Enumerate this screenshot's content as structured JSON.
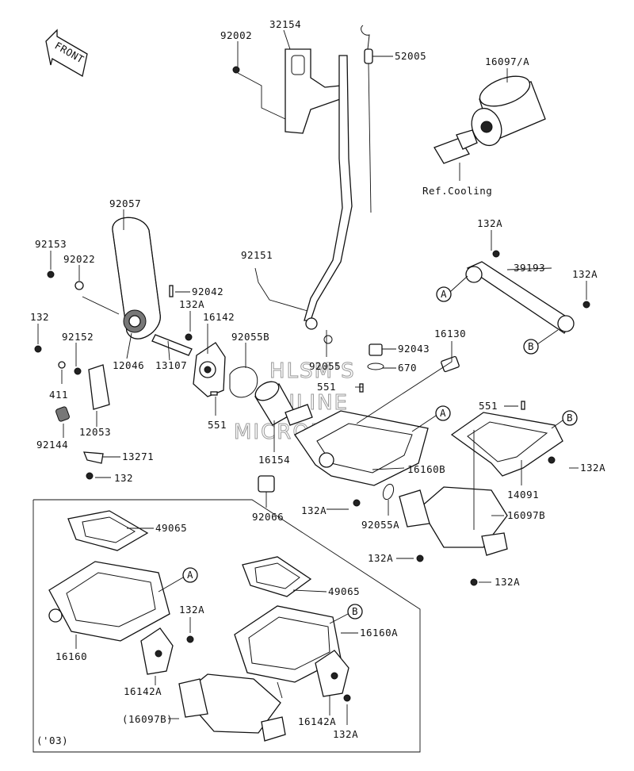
{
  "front_arrow": "FRONT",
  "ref_note": "Ref.Cooling",
  "year_note": "('03)",
  "watermark": [
    "HLSM'S",
    "ONLINE",
    "MICROFICHE"
  ],
  "labels": {
    "p32154": "32154",
    "p92002": "92002",
    "p52005": "52005",
    "p16097A": "16097/A",
    "p92057": "92057",
    "p92153": "92153",
    "p92022": "92022",
    "p92042": "92042",
    "p132A_shaft": "132A",
    "p16142": "16142",
    "p132": "132",
    "p92152": "92152",
    "p12046": "12046",
    "p13107": "13107",
    "p92055B": "92055B",
    "p411": "411",
    "p12053": "12053",
    "p551_left": "551",
    "p92144": "92144",
    "p13271": "13271",
    "p132_bottom": "132",
    "p92151": "92151",
    "p92055": "92055",
    "p92043": "92043",
    "p670": "670",
    "p551_mid": "551",
    "p16130": "16130",
    "p132A_top": "132A",
    "p39193": "39193",
    "p132A_right": "132A",
    "p551_right": "551",
    "p16154": "16154",
    "p16160B": "16160B",
    "p92066": "92066",
    "p132A_mid": "132A",
    "p92055A": "92055A",
    "p14091": "14091",
    "p132A_tr": "132A",
    "p16097B": "16097B",
    "p132A_lower": "132A",
    "p132A_lower2": "132A",
    "p49065_a": "49065",
    "p16160": "16160",
    "p132A_inset": "132A",
    "p16142A_a": "16142A",
    "p16097B_paren": "(16097B)",
    "p49065_b": "49065",
    "p16160A": "16160A",
    "p16142A_b": "16142A",
    "p132A_inset2": "132A"
  },
  "callouts": {
    "A_conn": "A",
    "B_conn": "B",
    "A_case": "A",
    "B_case": "B",
    "A_inset": "A",
    "B_inset": "B"
  }
}
